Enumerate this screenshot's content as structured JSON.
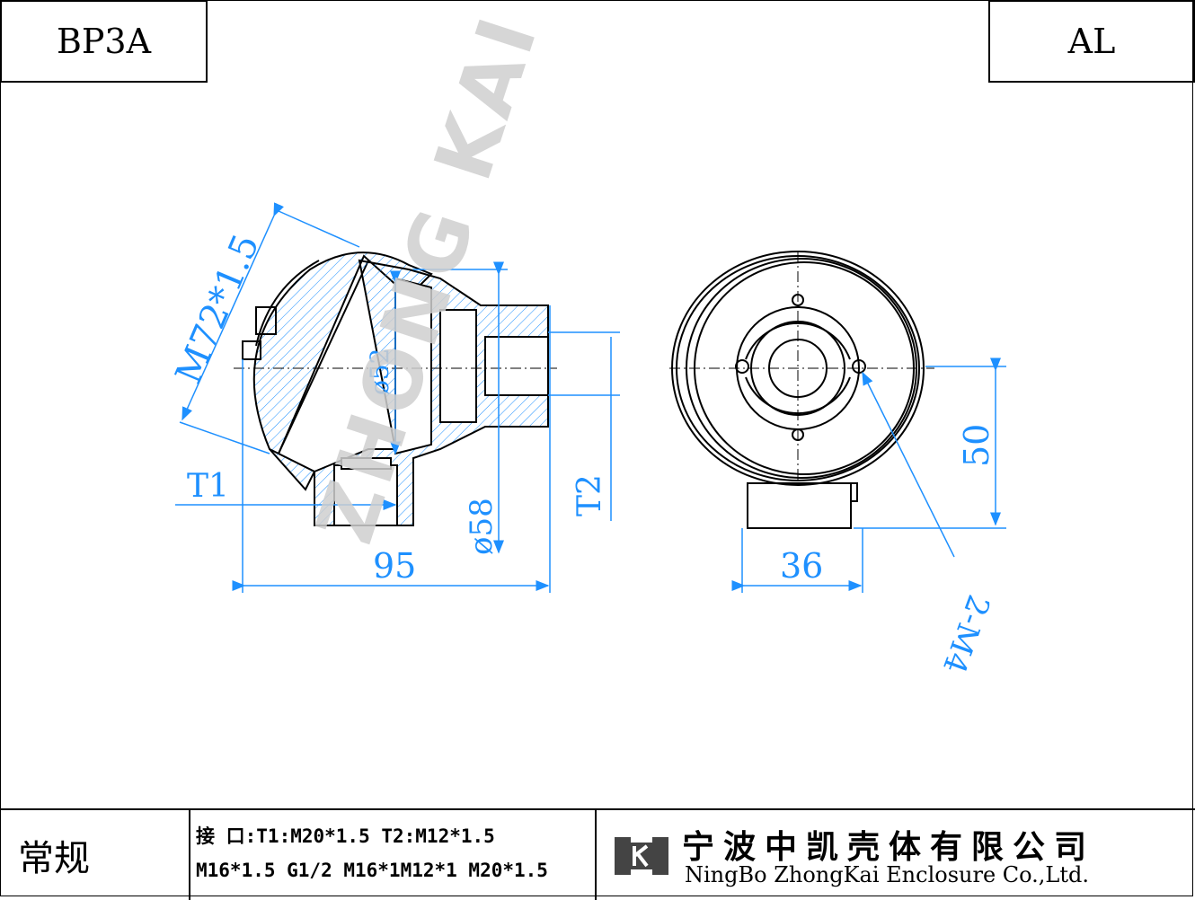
{
  "header": {
    "model": "BP3A",
    "material": "AL"
  },
  "watermark": "ZHONG KAI",
  "dimensions": {
    "thread": "M72*1.5",
    "dia52": "ø52",
    "dia58": "ø58",
    "t1": "T1",
    "t2": "T2",
    "width95": "95",
    "height50": "50",
    "width36": "36",
    "holes": "2-M4"
  },
  "footer": {
    "category": "常规",
    "interface_line1": "接 口:T1:M20*1.5 T2:M12*1.5",
    "interface_line2": "M16*1.5 G1/2 M16*1M12*1 M20*1.5",
    "company_cn": "宁波中凯壳体有限公司",
    "company_en": "NingBo ZhongKai Enclosure Co.,Ltd."
  },
  "colors": {
    "dimension": "#1e90ff",
    "line": "#000000",
    "watermark": "#cfcfcf"
  }
}
